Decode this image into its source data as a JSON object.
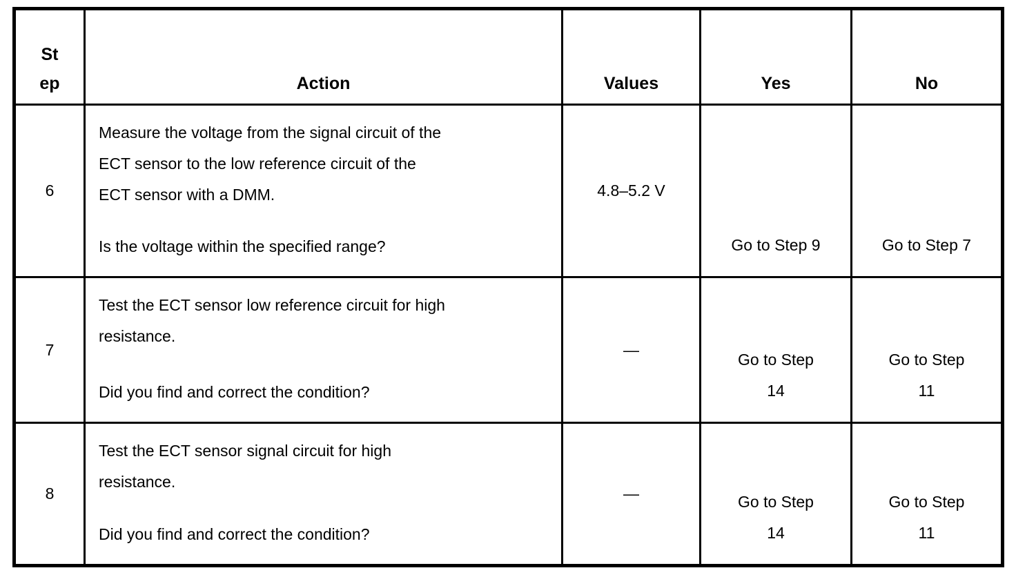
{
  "table": {
    "headers": {
      "step": "St\nep",
      "action": "Action",
      "values": "Values",
      "yes": "Yes",
      "no": "No"
    },
    "rows": [
      {
        "step": "6",
        "action": "Measure the voltage from the signal circuit of the\nECT sensor to the low reference circuit of the\nECT sensor with a DMM.",
        "question": "Is the voltage within the specified range?",
        "values": "4.8–5.2 V",
        "yes": "Go to Step 9",
        "no": "Go to Step 7"
      },
      {
        "step": "7",
        "action": "Test the ECT sensor low reference circuit for high\nresistance.",
        "question": "Did you find and correct the condition?",
        "values": "—",
        "yes": "Go to Step\n14",
        "no": "Go to Step\n11"
      },
      {
        "step": "8",
        "action": "Test the ECT sensor signal circuit for high\nresistance.",
        "question": "Did you find and correct the condition?",
        "values": "—",
        "yes": "Go to Step\n14",
        "no": "Go to Step\n11"
      }
    ]
  },
  "colors": {
    "background": "#ffffff",
    "text": "#000000",
    "border": "#000000"
  }
}
